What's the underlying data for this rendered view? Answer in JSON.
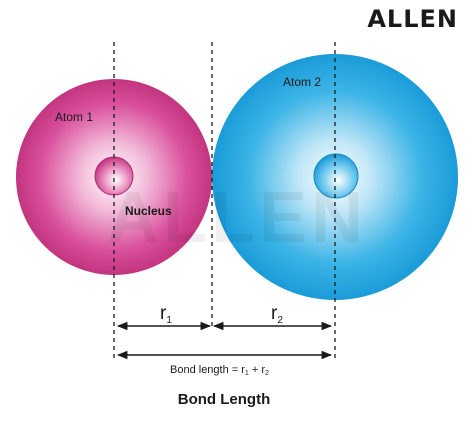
{
  "brand": {
    "logo_text": "ALLEN",
    "watermark_text": "ALLEN"
  },
  "labels": {
    "atom1": "Atom 1",
    "atom2": "Atom 2",
    "nucleus": "Nucleus",
    "r1_main": "r",
    "r1_sub": "1",
    "r2_main": "r",
    "r2_sub": "2",
    "formula_prefix": "Bond length = r",
    "formula_sub1": "1",
    "formula_mid": " + r",
    "formula_sub2": "2",
    "caption": "Bond Length"
  },
  "colors": {
    "atom1": "#c73b86",
    "atom2": "#1fa3dd",
    "ink": "#1a1a1a"
  }
}
